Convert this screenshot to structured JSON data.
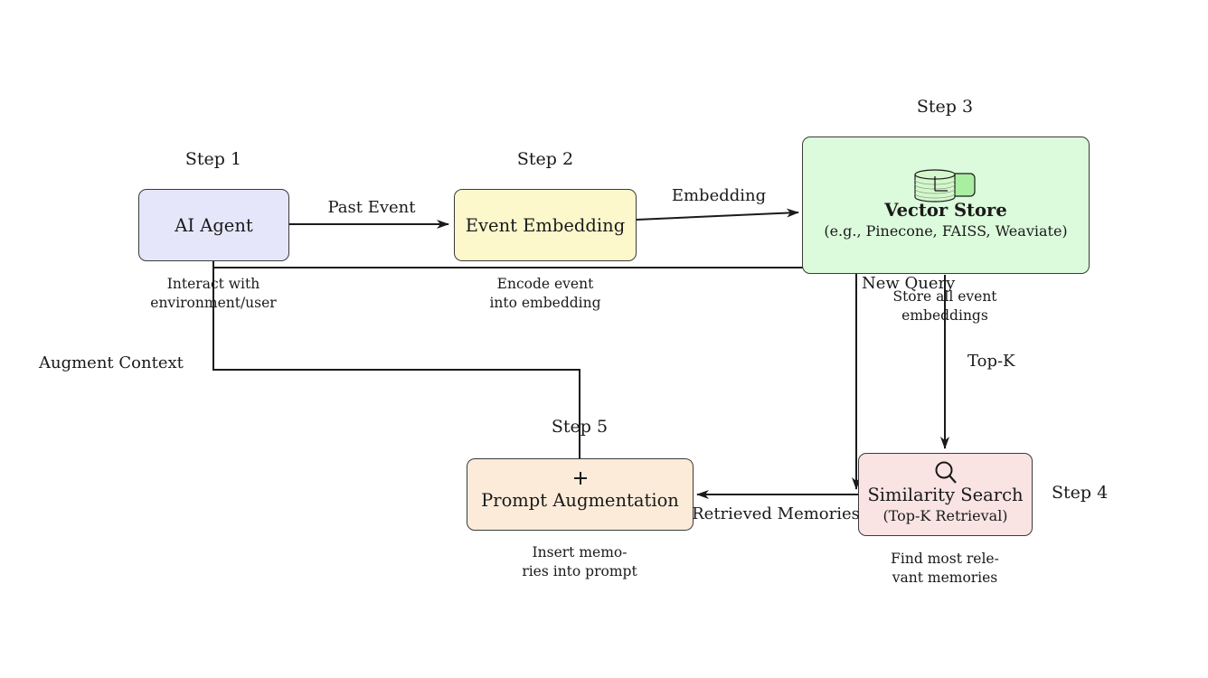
{
  "colors": {
    "agent_fill": "#e6e6fb",
    "embedding_fill": "#fdf8cc",
    "store_fill": "#dcfadc",
    "search_fill": "#f9e3e3",
    "prompt_fill": "#fdebd9",
    "stroke": "#1a1a1a"
  },
  "nodes": {
    "agent": {
      "step": "Step 1",
      "title": "AI Agent",
      "desc": [
        "Interact with",
        "environment/user"
      ]
    },
    "embedding": {
      "step": "Step 2",
      "title": "Event Embedding",
      "desc": [
        "Encode event",
        "into embedding"
      ]
    },
    "store": {
      "step": "Step 3",
      "icon": "database-icon",
      "title": "Vector Store",
      "subtitle": "(e.g., Pinecone, FAISS, Weaviate)",
      "desc": [
        "Store all event",
        "embeddings"
      ]
    },
    "search": {
      "step": "Step 4",
      "icon": "magnifier-icon",
      "title": "Similarity Search",
      "subtitle": "(Top-K Retrieval)",
      "desc": [
        "Find most rele-",
        "vant memories"
      ]
    },
    "prompt": {
      "step": "Step 5",
      "icon": "plus-icon",
      "title": "Prompt Augmentation",
      "desc": [
        "Insert memo-",
        "ries into prompt"
      ]
    }
  },
  "edges": {
    "past_event": "Past Event",
    "embedding": "Embedding",
    "new_query": "New Query",
    "top_k": "Top-K",
    "retrieved_memories": "Retrieved Memories",
    "augment_context": "Augment Context"
  }
}
